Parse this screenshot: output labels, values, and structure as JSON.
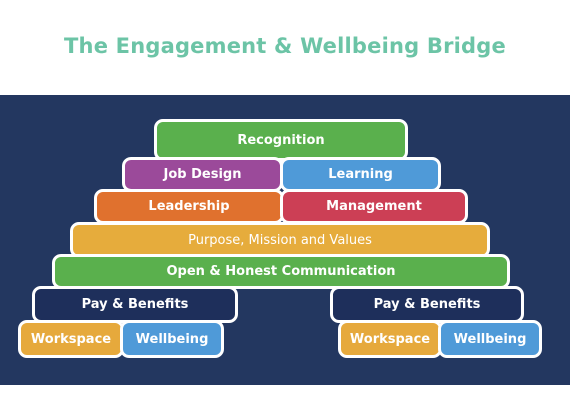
{
  "title": "The Engagement & Wellbeing Bridge",
  "bridge": {
    "recognition": "Recognition",
    "job_design": "Job Design",
    "learning": "Learning",
    "leadership": "Leadership",
    "management": "Management",
    "purpose": "Purpose, Mission and Values",
    "communication": "Open & Honest Communication",
    "left_pillar": {
      "pay": "Pay & Benefits",
      "workspace": "Workspace",
      "wellbeing": "Wellbeing"
    },
    "right_pillar": {
      "pay": "Pay & Benefits",
      "workspace": "Workspace",
      "wellbeing": "Wellbeing"
    }
  },
  "colors": {
    "title": "#6cc4a6",
    "background": "#233760",
    "green": "#5ab04d",
    "purple": "#9b4a9a",
    "blue": "#4f9ad8",
    "orange": "#e0712e",
    "red": "#cc3f55",
    "gold": "#e6ac3c",
    "navy": "#1e2f5b"
  }
}
